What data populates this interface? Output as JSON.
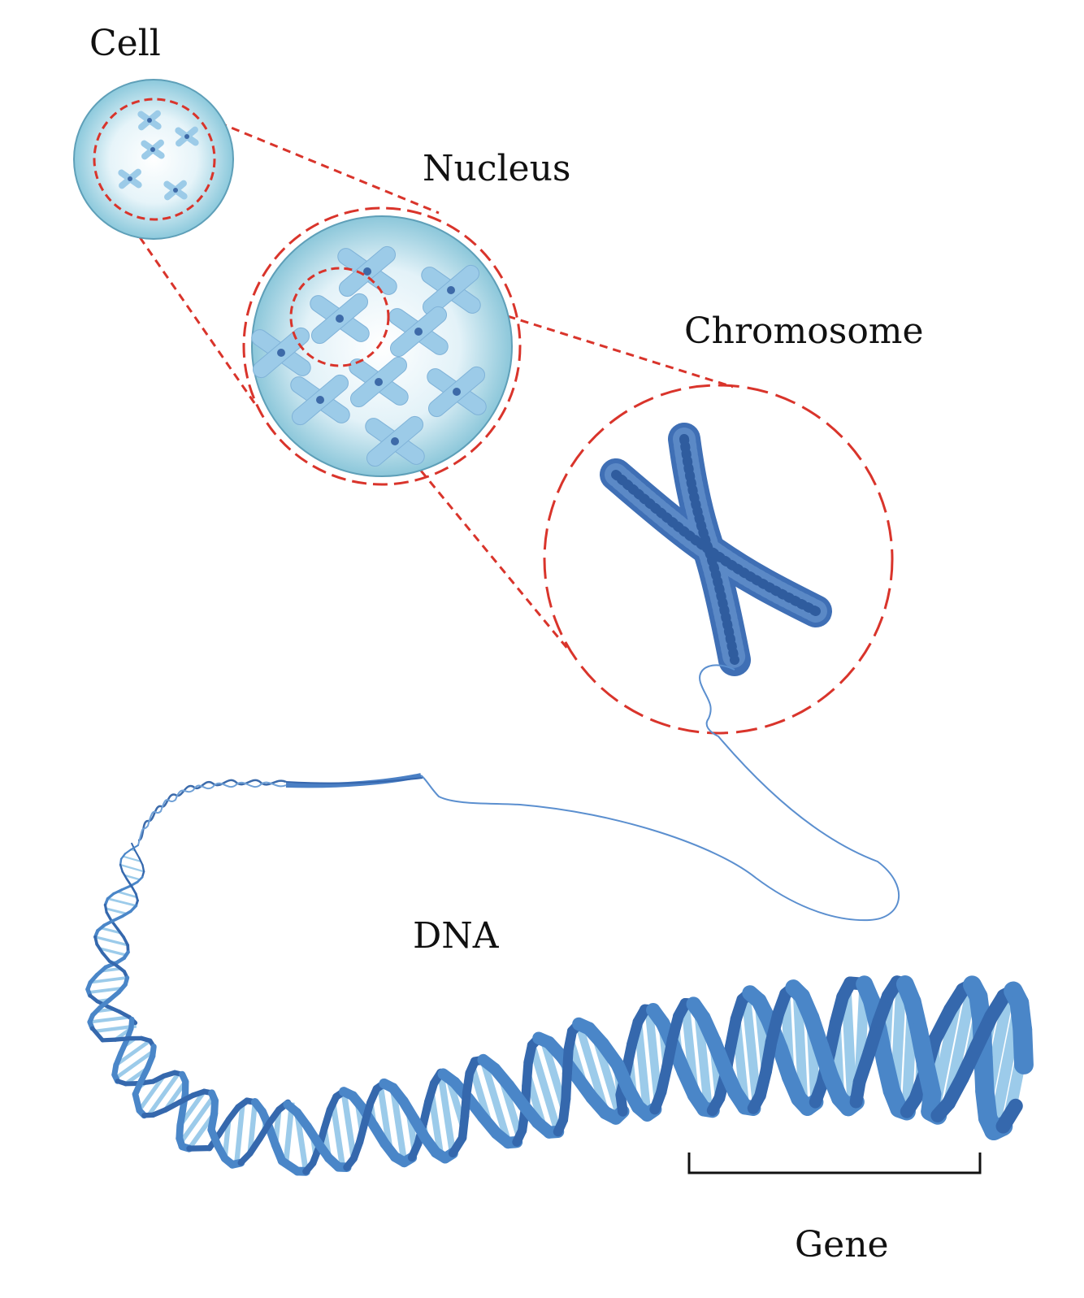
{
  "labels": {
    "cell": "Cell",
    "nucleus": "Nucleus",
    "chromosome": "Chromosome",
    "dna": "DNA",
    "gene": "Gene"
  },
  "colors": {
    "zoom_line": "#d9342b",
    "cell_fill": "#a9d8e6",
    "cell_edge": "#5e9fb8",
    "chromosome_light": "#8fc2e6",
    "chromosome_dark": "#3f6fb5",
    "dna_backbone": "#4a86c8",
    "dna_backbone_dark": "#3568ad",
    "dna_base": "#9ccbea",
    "text": "#111111"
  }
}
